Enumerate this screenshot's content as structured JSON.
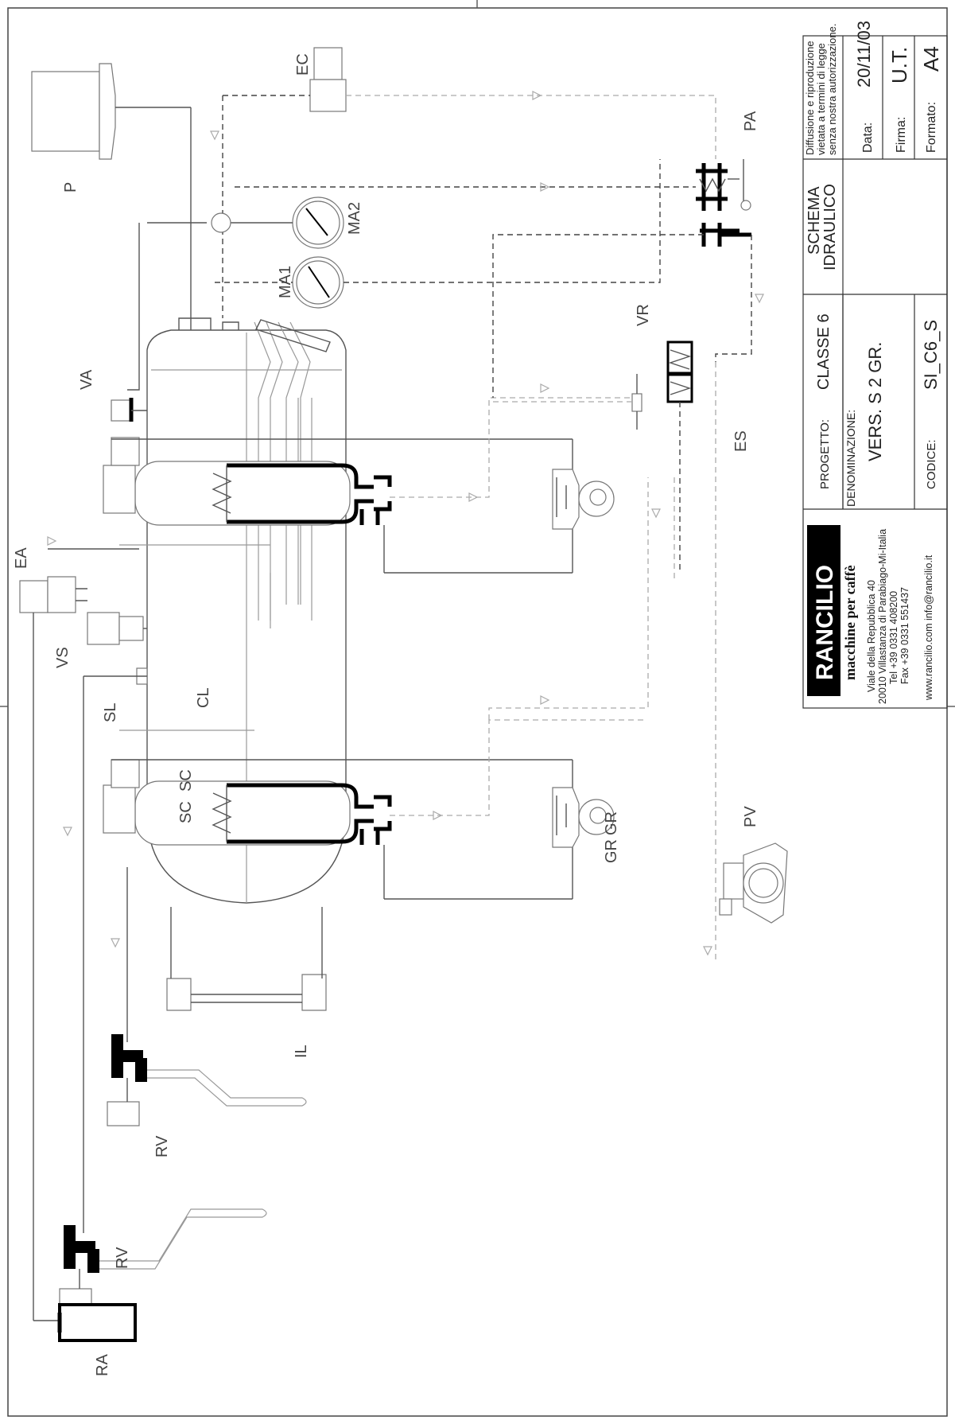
{
  "labels": {
    "P": "P",
    "EC": "EC",
    "PA": "PA",
    "MA1": "MA1",
    "MA2": "MA2",
    "VA": "VA",
    "VR": "VR",
    "ES": "ES",
    "EA": "EA",
    "VS": "VS",
    "CL": "CL",
    "SL": "SL",
    "SC1": "SC",
    "SC2": "SC",
    "GR1": "GR",
    "GR2": "GR",
    "PV": "PV",
    "IL": "IL",
    "RV1": "RV",
    "RV2": "RV",
    "RA": "RA"
  },
  "title_block": {
    "notice": [
      "Diffusione e riproduzione",
      "vietata a termini di legge",
      "senza nostra autorizzazione."
    ],
    "data_label": "Data:",
    "data_value": "20/11/03",
    "firma_label": "Firma:",
    "firma_value": "U.T.",
    "formato_label": "Formato:",
    "formato_value": "A4",
    "schema_title_1": "SCHEMA",
    "schema_title_2": "IDRAULICO",
    "progetto_label": "PROGETTO:",
    "progetto_value": "CLASSE 6",
    "denominazione_label": "DENOMINAZIONE:",
    "denominazione_value": "VERS.  S 2 GR.",
    "codice_label": "CODICE:",
    "codice_value": "SI_C6_S",
    "brand_name": "RANCILIO",
    "brand_tagline": "macchine per caffè",
    "address": [
      "Viale della Repubblica 40",
      "20010 Villastanza di Parabiago-Mi-Italia",
      "Tel +39 0331 408200",
      "Fax +39 0331 551437",
      "www.rancilio.com   info@rancilio.it"
    ]
  },
  "colors": {
    "line": "#555555",
    "heavy": "#000000",
    "light": "#999999"
  }
}
